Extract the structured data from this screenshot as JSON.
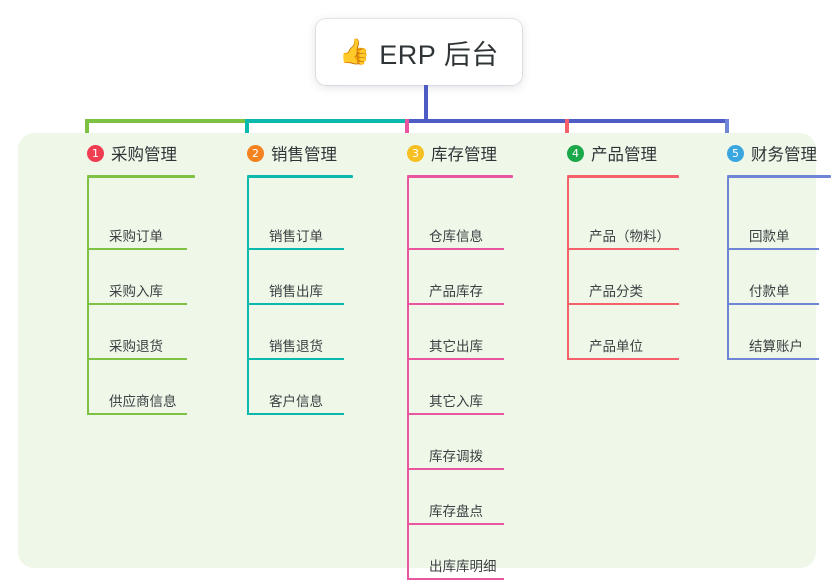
{
  "title": {
    "emoji": "👍",
    "emoji_name": "thumbs-up-icon",
    "text": "ERP 后台"
  },
  "colors": {
    "panel_bg": "#eef7e8",
    "page_bg": "#ffffff",
    "root_stem": "#4f5bc4",
    "bus_left": "#7dc242",
    "bus_mid": "#0ab8ae",
    "bus_right": "#4f5bc4",
    "text": "#2f3437"
  },
  "columns": [
    {
      "index": "1",
      "title": "采购管理",
      "badge_color": "#ef3d52",
      "line_color": "#7dc242",
      "drop_color": "#7dc242",
      "items": [
        "采购订单",
        "采购入库",
        "采购退货",
        "供应商信息"
      ]
    },
    {
      "index": "2",
      "title": "销售管理",
      "badge_color": "#f5821f",
      "line_color": "#0ab8ae",
      "drop_color": "#0ab8ae",
      "items": [
        "销售订单",
        "销售出库",
        "销售退货",
        "客户信息"
      ]
    },
    {
      "index": "3",
      "title": "库存管理",
      "badge_color": "#f6c022",
      "line_color": "#e9569f",
      "drop_color": "#e9569f",
      "items": [
        "仓库信息",
        "产品库存",
        "其它出库",
        "其它入库",
        "库存调拨",
        "库存盘点",
        "出库库明细"
      ]
    },
    {
      "index": "4",
      "title": "产品管理",
      "badge_color": "#1aa84a",
      "line_color": "#f4616b",
      "drop_color": "#f4616b",
      "items": [
        "产品（物料）",
        "产品分类",
        "产品单位"
      ]
    },
    {
      "index": "5",
      "title": "财务管理",
      "badge_color": "#3ba7e0",
      "line_color": "#6f86d6",
      "drop_color": "#6f86d6",
      "items": [
        "回款单",
        "付款单",
        "结算账户"
      ]
    }
  ]
}
